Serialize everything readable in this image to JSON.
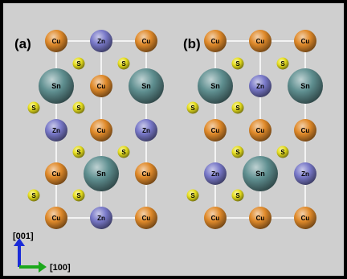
{
  "colors": {
    "frame_border": "#000000",
    "background": "#cfcfcf",
    "cell_outline": "#ffffff",
    "Cu": "#e08a2a",
    "Zn": "#7878c8",
    "Sn": "#5f8f90",
    "S": "#e6de1e",
    "axis_z": "#1a2bd8",
    "axis_x": "#1ca81c"
  },
  "panels": [
    {
      "label": "(a)",
      "rows": [
        [
          "Cu",
          "Zn",
          "Cu"
        ],
        [
          "Sn",
          "Cu",
          "Sn"
        ],
        [
          "Zn",
          "Cu",
          "Zn"
        ],
        [
          "Cu",
          "Sn",
          "Cu"
        ],
        [
          "Cu",
          "Zn",
          "Cu"
        ]
      ]
    },
    {
      "label": "(b)",
      "rows": [
        [
          "Cu",
          "Cu",
          "Cu"
        ],
        [
          "Sn",
          "Zn",
          "Sn"
        ],
        [
          "Cu",
          "Cu",
          "Cu"
        ],
        [
          "Zn",
          "Sn",
          "Zn"
        ],
        [
          "Cu",
          "Cu",
          "Cu"
        ]
      ]
    }
  ],
  "sulfur_label": "S",
  "axes": {
    "vertical_label": "[001]",
    "horizontal_label": "[100]"
  }
}
